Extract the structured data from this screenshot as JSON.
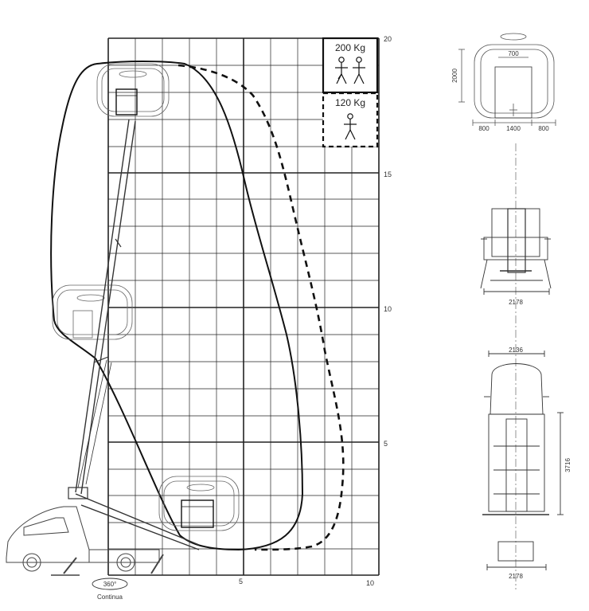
{
  "working_range_chart": {
    "axis": {
      "y_labels": [
        "5",
        "10",
        "15",
        "20"
      ],
      "x_labels": [
        "5",
        "10"
      ]
    },
    "load_boxes": [
      {
        "label": "200 Kg",
        "persons": 2,
        "line": "solid"
      },
      {
        "label": "120 Kg",
        "persons": 1,
        "line": "dashed"
      }
    ],
    "rotation": {
      "degrees": "360°",
      "note": "Continua"
    }
  },
  "dimension_views": {
    "basket_top": {
      "height": "2000",
      "top_width": "700",
      "widths": [
        "800",
        "1400",
        "800"
      ]
    },
    "rear_view": {
      "width": "2178"
    },
    "top_view": {
      "cab_width": "2136",
      "length": "3716",
      "width": "2178"
    }
  }
}
